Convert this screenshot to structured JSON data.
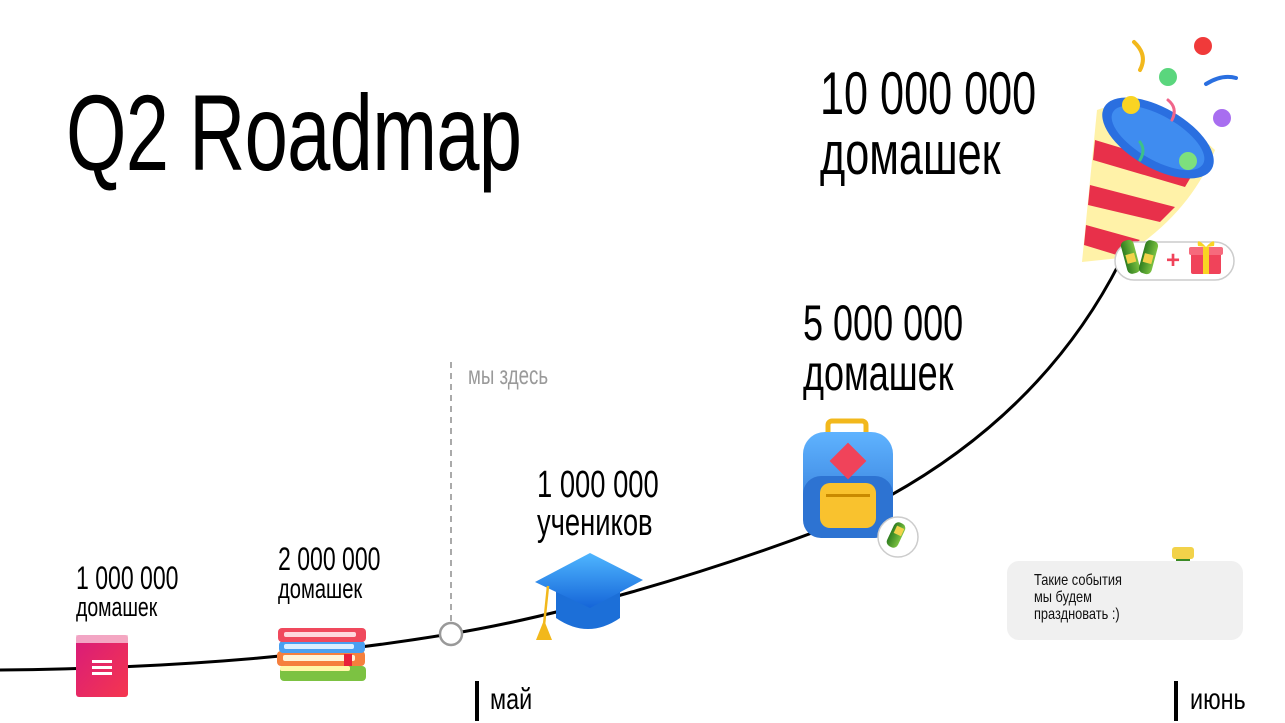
{
  "title": "Q2 Roadmap",
  "current_marker": "мы здесь",
  "months": {
    "may": "май",
    "june": "июнь"
  },
  "milestones": [
    {
      "value": "1 000 000",
      "unit": "домашек",
      "icon": "book-icon"
    },
    {
      "value": "2 000 000",
      "unit": "домашек",
      "icon": "books-stack-icon"
    },
    {
      "value": "1 000 000",
      "unit": "учеников",
      "icon": "graduation-cap-icon"
    },
    {
      "value": "5 000 000",
      "unit": "домашек",
      "icon": "backpack-icon"
    },
    {
      "value": "10 000 000",
      "unit": "домашек",
      "icon": "party-popper-icon"
    }
  ],
  "reward_badge": {
    "plus": "+",
    "icons": [
      "champagne-icon",
      "gift-icon"
    ]
  },
  "note": {
    "lines": [
      "Такие события",
      "мы будем",
      "праздновать :)"
    ],
    "icon": "champagne-bottles-icon"
  },
  "colors": {
    "line": "#000000",
    "dashed": "#aaaaaa",
    "book_pink": "#e8266d",
    "cap_blue": "#2196f3",
    "backpack_blue": "#3d8fe0",
    "popper_red": "#e8304a",
    "popper_yellow": "#fff2a8"
  }
}
